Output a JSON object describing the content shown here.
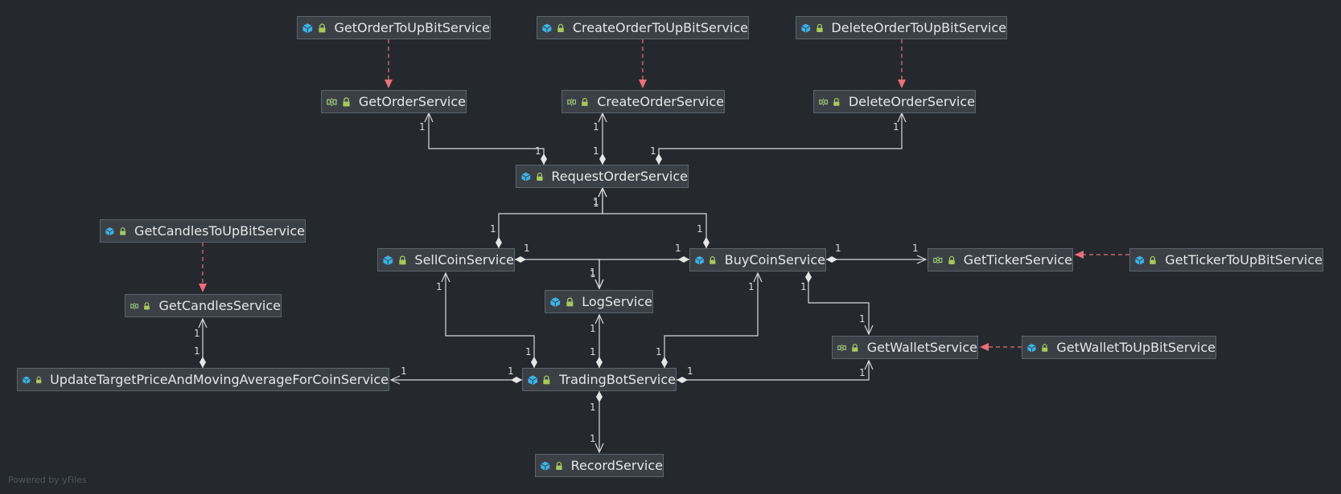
{
  "diagram": {
    "nodes": [
      {
        "id": "get-order-upbit",
        "kind": "class",
        "label": "GetOrderToUpBitService"
      },
      {
        "id": "create-order-upbit",
        "kind": "class",
        "label": "CreateOrderToUpBitService"
      },
      {
        "id": "delete-order-upbit",
        "kind": "class",
        "label": "DeleteOrderToUpBitService"
      },
      {
        "id": "get-order",
        "kind": "interface",
        "label": "GetOrderService"
      },
      {
        "id": "create-order",
        "kind": "interface",
        "label": "CreateOrderService"
      },
      {
        "id": "delete-order",
        "kind": "interface",
        "label": "DeleteOrderService"
      },
      {
        "id": "request-order",
        "kind": "class",
        "label": "RequestOrderService"
      },
      {
        "id": "get-candles-upbit",
        "kind": "class",
        "label": "GetCandlesToUpBitService"
      },
      {
        "id": "sell-coin",
        "kind": "class",
        "label": "SellCoinService"
      },
      {
        "id": "buy-coin",
        "kind": "class",
        "label": "BuyCoinService"
      },
      {
        "id": "get-ticker",
        "kind": "interface",
        "label": "GetTickerService"
      },
      {
        "id": "get-ticker-upbit",
        "kind": "class",
        "label": "GetTickerToUpBitService"
      },
      {
        "id": "get-candles",
        "kind": "interface",
        "label": "GetCandlesService"
      },
      {
        "id": "log",
        "kind": "class",
        "label": "LogService"
      },
      {
        "id": "get-wallet",
        "kind": "interface",
        "label": "GetWalletService"
      },
      {
        "id": "get-wallet-upbit",
        "kind": "class",
        "label": "GetWalletToUpBitService"
      },
      {
        "id": "update-target",
        "kind": "class",
        "label": "UpdateTargetPriceAndMovingAverageForCoinService"
      },
      {
        "id": "trading-bot",
        "kind": "class",
        "label": "TradingBotService"
      },
      {
        "id": "record",
        "kind": "class",
        "label": "RecordService"
      }
    ],
    "edges": [
      {
        "from": "get-order-upbit",
        "to": "get-order",
        "type": "implements"
      },
      {
        "from": "create-order-upbit",
        "to": "create-order",
        "type": "implements"
      },
      {
        "from": "delete-order-upbit",
        "to": "delete-order",
        "type": "implements"
      },
      {
        "from": "get-candles-upbit",
        "to": "get-candles",
        "type": "implements"
      },
      {
        "from": "get-ticker-upbit",
        "to": "get-ticker",
        "type": "implements"
      },
      {
        "from": "get-wallet-upbit",
        "to": "get-wallet",
        "type": "implements"
      },
      {
        "from": "request-order",
        "to": "get-order",
        "type": "composition",
        "m_from": "1",
        "m_to": "1"
      },
      {
        "from": "request-order",
        "to": "create-order",
        "type": "composition",
        "m_from": "1",
        "m_to": "1"
      },
      {
        "from": "request-order",
        "to": "delete-order",
        "type": "composition",
        "m_from": "1",
        "m_to": "1"
      },
      {
        "from": "sell-coin",
        "to": "request-order",
        "type": "composition",
        "m_from": "1",
        "m_to": "1"
      },
      {
        "from": "buy-coin",
        "to": "request-order",
        "type": "composition",
        "m_from": "1",
        "m_to": "1"
      },
      {
        "from": "sell-coin",
        "to": "log",
        "type": "composition",
        "m_from": "1",
        "m_to": "1"
      },
      {
        "from": "buy-coin",
        "to": "log",
        "type": "composition",
        "m_from": "1",
        "m_to": "1"
      },
      {
        "from": "buy-coin",
        "to": "get-ticker",
        "type": "composition",
        "m_from": "1",
        "m_to": "1"
      },
      {
        "from": "buy-coin",
        "to": "get-wallet",
        "type": "composition",
        "m_from": "1",
        "m_to": "1"
      },
      {
        "from": "update-target",
        "to": "get-candles",
        "type": "composition",
        "m_from": "1",
        "m_to": "1"
      },
      {
        "from": "trading-bot",
        "to": "sell-coin",
        "type": "composition",
        "m_from": "1",
        "m_to": "1"
      },
      {
        "from": "trading-bot",
        "to": "log",
        "type": "composition",
        "m_from": "1",
        "m_to": "1"
      },
      {
        "from": "trading-bot",
        "to": "buy-coin",
        "type": "composition",
        "m_from": "1",
        "m_to": "1"
      },
      {
        "from": "trading-bot",
        "to": "update-target",
        "type": "composition",
        "m_from": "1",
        "m_to": "1"
      },
      {
        "from": "trading-bot",
        "to": "get-wallet",
        "type": "composition",
        "m_from": "1",
        "m_to": "1"
      },
      {
        "from": "trading-bot",
        "to": "record",
        "type": "composition",
        "m_from": "1",
        "m_to": "1"
      }
    ],
    "colors": {
      "background": "#25292e",
      "node_fill": "#3b4047",
      "node_border": "#5c636c",
      "edge": "#d8d8d8",
      "realization": "#e8707a",
      "class_icon": "#3fb1e3",
      "interface_icon": "#9fc97a",
      "lock_icon": "#a8c85e"
    },
    "icons": {
      "class": "class-icon",
      "interface": "interface-icon",
      "lock": "lock-icon"
    }
  },
  "footer": {
    "watermark": "Powered by yFiles"
  }
}
